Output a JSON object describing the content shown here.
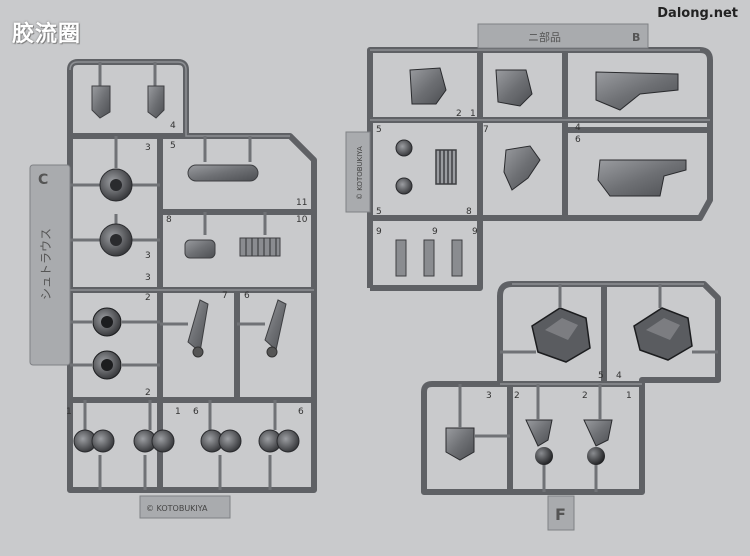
{
  "watermarks": {
    "site_cn": "胶流圈",
    "site_url": "Dalong.net"
  },
  "sprue_left": {
    "tag_label": "C",
    "side_text": "シュトラウス",
    "brand_tab": "© KOTOBUKIYA",
    "part_numbers": [
      "4",
      "5",
      "3",
      "3",
      "8",
      "10",
      "11",
      "3",
      "2",
      "2",
      "7",
      "6",
      "1",
      "1",
      "6",
      "6"
    ]
  },
  "sprue_right_top": {
    "tag_label": "ニ部品",
    "tag_letter": "B",
    "side_text": "© KOTOBUKIYA",
    "part_numbers": [
      "2",
      "1",
      "5",
      "4",
      "7",
      "6",
      "5",
      "8",
      "9",
      "9",
      "9"
    ]
  },
  "sprue_right_bottom": {
    "tag_label": "F",
    "part_numbers": [
      "4",
      "3",
      "5",
      "1",
      "2",
      "2"
    ]
  },
  "colors": {
    "background": "#c9cacc",
    "sprue": "#6e7074",
    "sprue_highlight": "#9a9ca0",
    "tag": "#a9abae",
    "part_dark": "#3e3f42"
  }
}
